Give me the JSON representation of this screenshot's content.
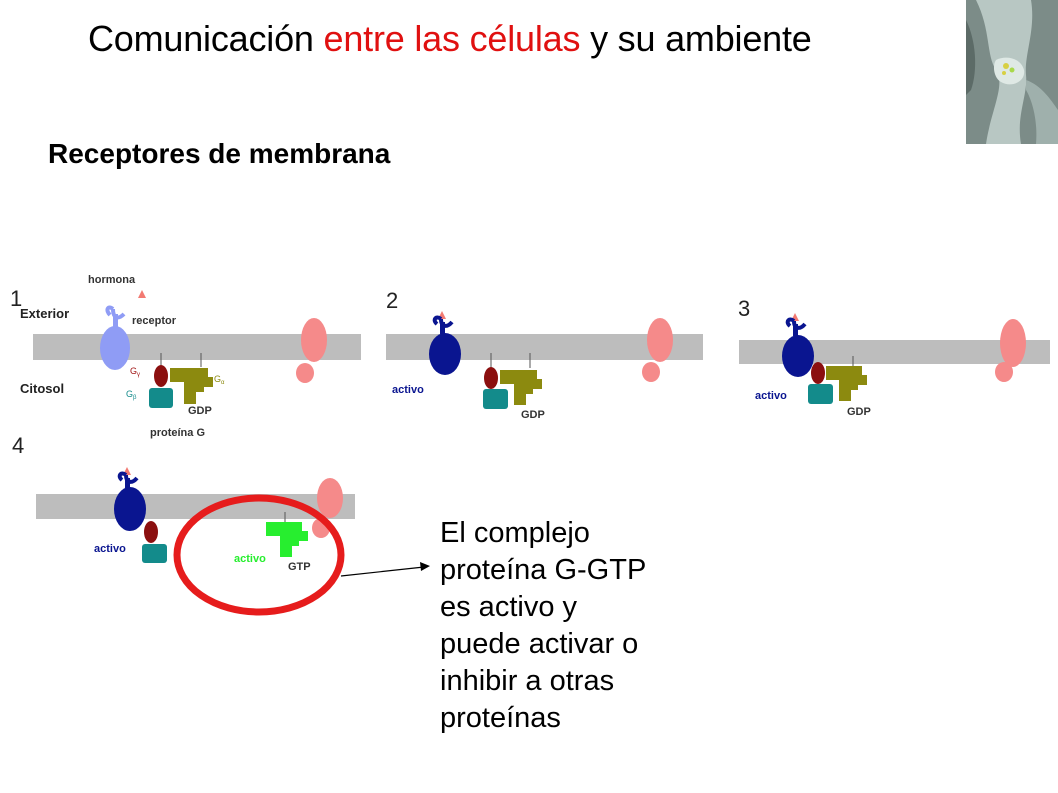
{
  "title": {
    "part1": "Comunicación ",
    "part2_red": "entre las células",
    "part3": " y su ambiente"
  },
  "subtitle": "Receptores de membrana",
  "panels": {
    "p1": {
      "number": "1",
      "exterior": "Exterior",
      "citosol": "Citosol",
      "hormona": "hormona",
      "receptor": "receptor",
      "g_alpha": "G",
      "g_alpha_sub": "α",
      "g_beta": "G",
      "g_beta_sub": "β",
      "g_gamma": "G",
      "g_gamma_sub": "γ",
      "gdp": "GDP",
      "proteina_g": "proteína G"
    },
    "p2": {
      "number": "2",
      "activo": "activo",
      "gdp": "GDP"
    },
    "p3": {
      "number": "3",
      "activo": "activo",
      "gdp": "GDP"
    },
    "p4": {
      "number": "4",
      "activo": "activo",
      "activo_green": "activo",
      "gtp": "GTP"
    }
  },
  "caption": "El complejo\nproteína G-GTP\nes activo y\npuede activar o\ninhibir a otras\nproteínas",
  "colors": {
    "title_red": "#e01010",
    "membrane": "#bdbdbd",
    "receptor_inactive": "#8f9cf5",
    "receptor_active": "#0a1590",
    "pink_protein": "#f58a8a",
    "g_alpha_red": "#8b0f0f",
    "g_beta_teal": "#138b8b",
    "g_gamma_olive": "#8c8a0f",
    "g_active_green": "#27ee2f",
    "highlight_circle": "#e61c1c"
  }
}
